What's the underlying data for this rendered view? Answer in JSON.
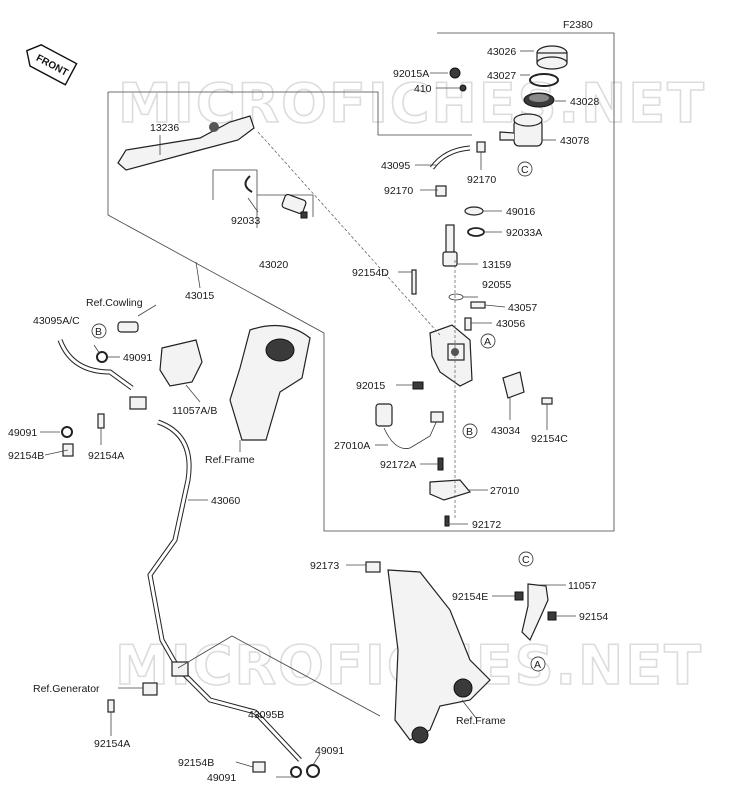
{
  "diagram_id": "F2380",
  "front_badge": "FRONT",
  "watermark": "MICROFICHES.NET",
  "labels": {
    "p43026": "43026",
    "p43027": "43027",
    "p43028": "43028",
    "p43078": "43078",
    "p92015A": "92015A",
    "p410": "410",
    "p43095": "43095",
    "p92170a": "92170",
    "p92170b": "92170",
    "p49016": "49016",
    "p92033A": "92033A",
    "p13159": "13159",
    "p92154D": "92154D",
    "p92055": "92055",
    "p43057": "43057",
    "p43056": "43056",
    "p92015": "92015",
    "p43034": "43034",
    "p92154C": "92154C",
    "p27010A": "27010A",
    "p92172A": "92172A",
    "p27010": "27010",
    "p92172": "92172",
    "p13236": "13236",
    "p92033": "92033",
    "p43020": "43020",
    "p43015": "43015",
    "refCowling": "Ref.Cowling",
    "p43095AC": "43095A/C",
    "p49091a": "49091",
    "p11057AB": "11057A/B",
    "p49091b": "49091",
    "p92154B": "92154B",
    "p92154A": "92154A",
    "refFrame1": "Ref.Frame",
    "p43060": "43060",
    "p92173": "92173",
    "p11057": "11057",
    "p92154E": "92154E",
    "p92154": "92154",
    "refGenerator": "Ref.Generator",
    "p92154A2": "92154A",
    "p43095B": "43095B",
    "refFrame2": "Ref.Frame",
    "p92154B2": "92154B",
    "p49091c": "49091",
    "p49091d": "49091"
  },
  "callouts": {
    "a1": "A",
    "a2": "A",
    "b1": "B",
    "b2": "B",
    "c1": "C",
    "c2": "C"
  }
}
